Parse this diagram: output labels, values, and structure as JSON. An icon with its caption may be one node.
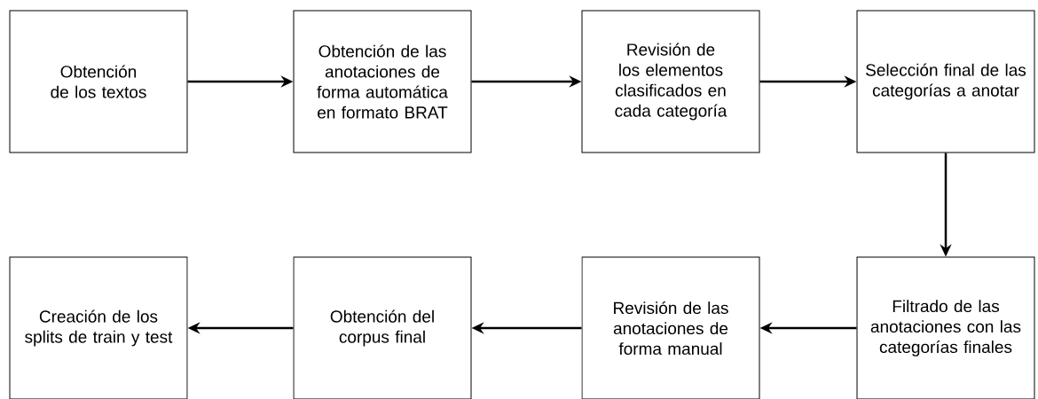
{
  "diagram": {
    "nodes": [
      {
        "text": [
          "Obtención de los textos"
        ]
      },
      {
        "text": [
          "Obtención de las anotaciones de forma automática en formato BRAT"
        ]
      },
      {
        "text": [
          "Revisión de los elementos clasificados en cada categoría"
        ]
      },
      {
        "text": [
          "Selección final de las categorías a anotar"
        ]
      },
      {
        "text": [
          "Creación de los splits de train y test"
        ]
      },
      {
        "text": [
          "Obtención del corpus final"
        ]
      },
      {
        "text": [
          "Revisión de las anotaciones de forma manual"
        ]
      },
      {
        "text": [
          "Filtrado de las anotaciones con las categorías finales"
        ]
      }
    ],
    "edges": [
      {
        "from": 0,
        "to": 1,
        "arrow": "to"
      },
      {
        "from": 1,
        "to": 2,
        "arrow": "to"
      },
      {
        "from": 2,
        "to": 3,
        "arrow": "to"
      },
      {
        "from": 3,
        "to": 7,
        "arrow": "to"
      },
      {
        "from": 7,
        "to": 6,
        "arrow": "to"
      },
      {
        "from": 6,
        "to": 5,
        "arrow": "to"
      },
      {
        "from": 5,
        "to": 4,
        "arrow": "to"
      }
    ]
  }
}
